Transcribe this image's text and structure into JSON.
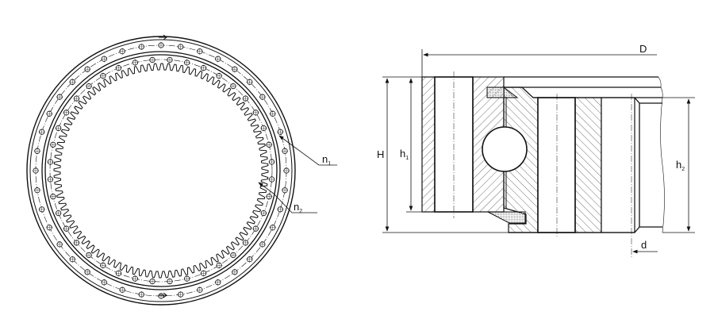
{
  "labels": {
    "D": "D",
    "H": "H",
    "h1": "h",
    "h1_sub": "1",
    "h2": "h",
    "h2_sub": "2",
    "d": "d",
    "n1": "n",
    "n1_sub": "1",
    "n2": "n",
    "n2_sub": "2"
  },
  "colors": {
    "line": "#111111",
    "background": "#ffffff"
  }
}
